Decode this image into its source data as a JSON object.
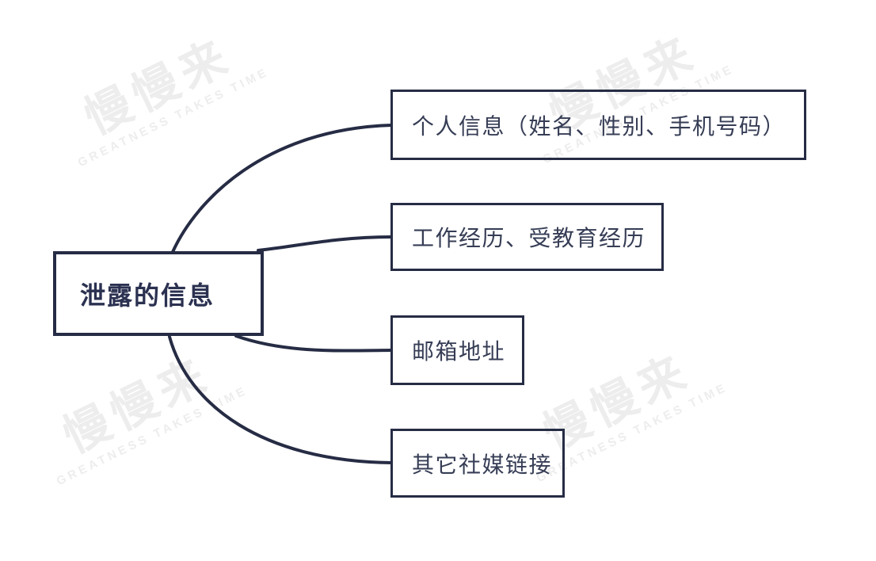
{
  "diagram": {
    "root": {
      "label": "泄露的信息"
    },
    "branches": [
      {
        "id": "personal-info",
        "label": "个人信息（姓名、性别、手机号码）"
      },
      {
        "id": "work-education",
        "label": "工作经历、受教育经历"
      },
      {
        "id": "email-address",
        "label": "邮箱地址"
      },
      {
        "id": "social-links",
        "label": "其它社媒链接"
      }
    ]
  },
  "watermark": {
    "cn": "慢慢来",
    "en": "GREATNESS TAKES TIME"
  },
  "colors": {
    "line": "#262c44",
    "root_text": "#2b3150",
    "branch_text": "#363d55",
    "watermark": "#ededed",
    "background": "#ffffff"
  }
}
